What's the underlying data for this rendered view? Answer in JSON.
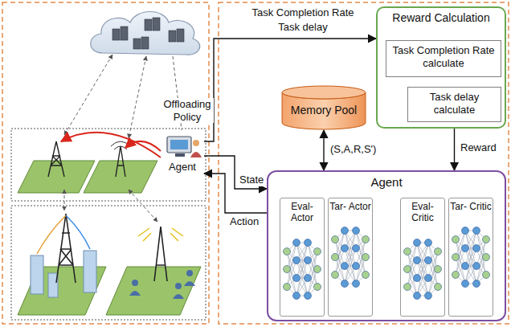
{
  "diagram": {
    "nodes": [
      {
        "text": [
          "Agent"
        ]
      },
      {
        "text": [
          "Reward Calculation"
        ]
      },
      {
        "text": [
          "Task Completion Rate calculate"
        ],
        "in": 1
      },
      {
        "text": [
          "Task delay calculate"
        ],
        "in": 1
      },
      {
        "text": [
          "Memory Pool"
        ]
      },
      {
        "text": [
          "Agent"
        ]
      },
      {
        "text": [
          "Eval- Actor"
        ],
        "in": 5
      },
      {
        "text": [
          "Tar- Actor"
        ],
        "in": 5
      },
      {
        "text": [
          "Eval- Critic"
        ],
        "in": 5
      },
      {
        "text": [
          "Tar- Critic"
        ],
        "in": 5
      }
    ],
    "edges": [
      {
        "from": 0,
        "to": 1,
        "arrow": "to"
      },
      {
        "from": 0,
        "to": 5,
        "label": "State",
        "arrow": "to"
      },
      {
        "from": 5,
        "to": 0,
        "label": "Action",
        "arrow": "to"
      },
      {
        "from": 4,
        "to": 5,
        "label": "(S,A,R,S')",
        "arrow": "both"
      },
      {
        "from": 3,
        "to": 5,
        "label": "Reward",
        "arrow": "to"
      }
    ],
    "labels": [
      "Offloading Policy",
      "Task Completion Rate",
      "Task delay"
    ]
  }
}
